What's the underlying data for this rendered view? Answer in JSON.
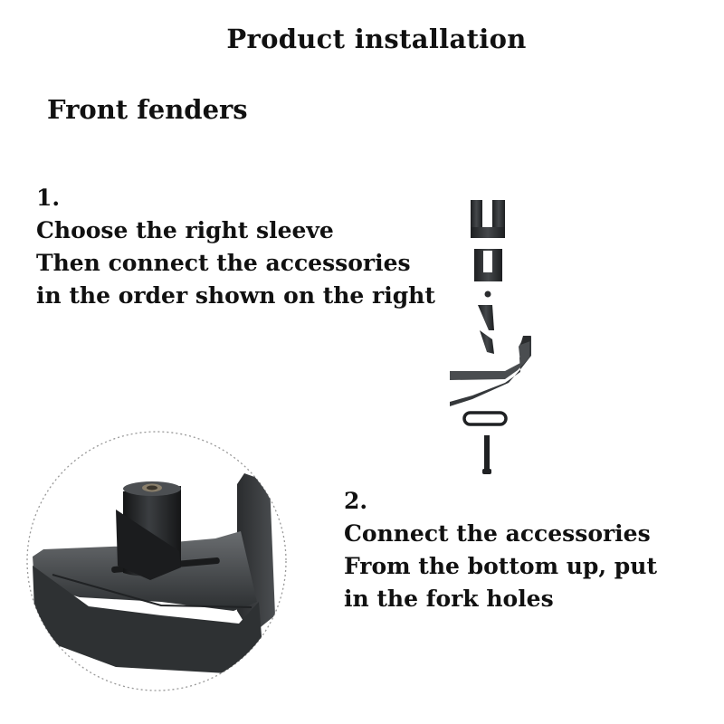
{
  "title": "Product installation",
  "subtitle": "Front fenders",
  "step1": {
    "number": "1.",
    "lines": [
      "Choose the right sleeve",
      "Then connect the accessories",
      "in the order shown on the right"
    ]
  },
  "step2": {
    "number": "2.",
    "lines": [
      "Connect the accessories",
      "From the bottom up, put",
      "in the fork holes"
    ]
  },
  "parts_diagram": {
    "icons": [
      "sleeve-icon",
      "sleeve-icon",
      "washer-icon",
      "wedge-icon",
      "wedge-icon",
      "bracket-icon",
      "slot-nut-icon",
      "bolt-icon"
    ]
  },
  "zoom_view": {
    "icon": "assembled-mount-icon"
  },
  "colors": {
    "text": "#111111",
    "part": "#2a2c2e",
    "part_light": "#5a5d60",
    "circle_border": "#999999"
  }
}
